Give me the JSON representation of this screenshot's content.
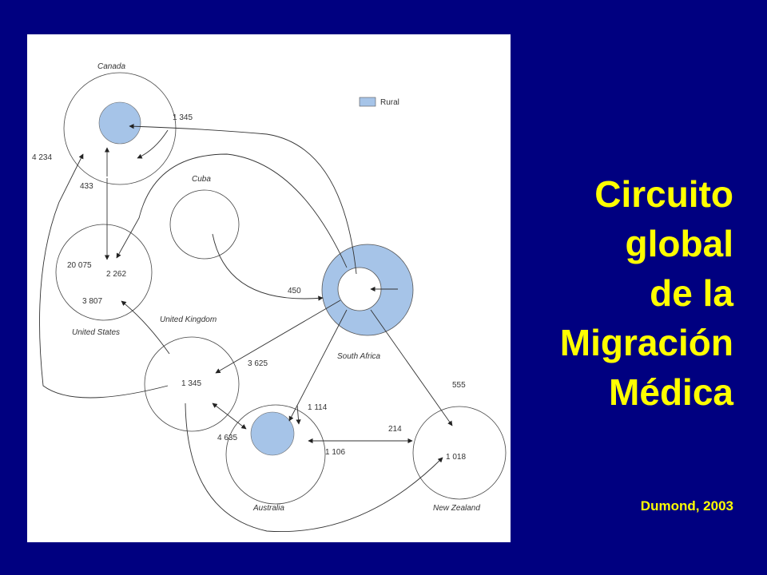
{
  "title_lines": [
    "Circuito",
    "global",
    "de la",
    "Migración",
    "Médica"
  ],
  "citation": "Dumond, 2003",
  "legend": {
    "label": "Rural",
    "color": "#a6c4e8"
  },
  "colors": {
    "background": "#000080",
    "title": "#ffff00",
    "rural": "#a6c4e8",
    "panel": "#ffffff"
  },
  "countries": {
    "canada": "Canada",
    "cuba": "Cuba",
    "united_states": "United States",
    "united_kingdom": "United Kingdom",
    "south_africa": "South Africa",
    "australia": "Australia",
    "new_zealand": "New Zealand"
  },
  "flows": {
    "canada_1345": "1 345",
    "canada_4234": "4 234",
    "canada_433": "433",
    "us_20075": "20 075",
    "us_2262": "2 262",
    "us_3807": "3 807",
    "sa_450": "450",
    "uk_3625": "3 625",
    "uk_1345": "1 345",
    "au_1114": "1 114",
    "au_4635": "4 635",
    "au_1106": "1 106",
    "nz_214": "214",
    "nz_555": "555",
    "nz_1018": "1 018"
  }
}
